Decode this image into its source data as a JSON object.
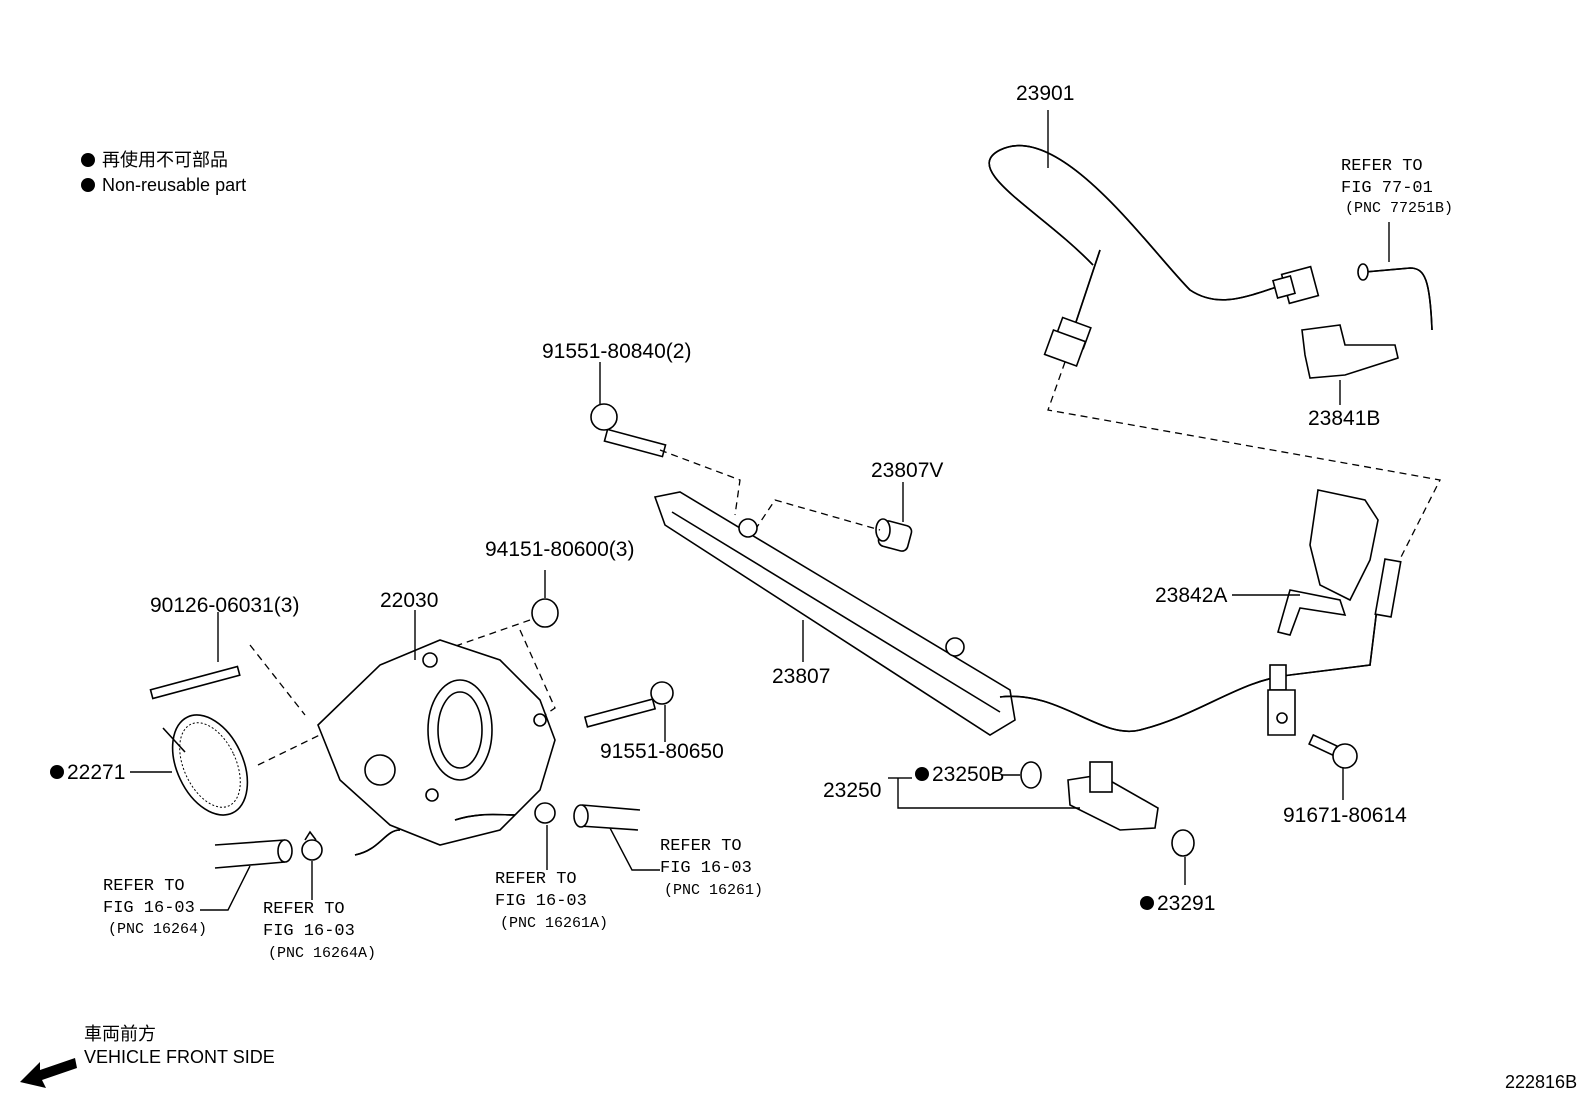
{
  "legend": {
    "jp": "再使用不可部品",
    "en": "Non-reusable part"
  },
  "parts": {
    "p23901": "23901",
    "p23841B": "23841B",
    "p23807V": "23807V",
    "p23842A": "23842A",
    "p23807": "23807",
    "p91551_80840": "91551-80840(2)",
    "p94151_80600": "94151-80600(3)",
    "p90126_06031": "90126-06031(3)",
    "p22030": "22030",
    "p22271": "22271",
    "p91551_80650": "91551-80650",
    "p23250": "23250",
    "p23250B": "23250B",
    "p23291": "23291",
    "p91671_80614": "91671-80614"
  },
  "refs": {
    "r77": {
      "l1": "REFER TO",
      "l2": "FIG 77-01",
      "l3": "(PNC 77251B)"
    },
    "r16264": {
      "l1": "REFER TO",
      "l2": "FIG 16-03",
      "l3": "(PNC 16264)"
    },
    "r16264A": {
      "l1": "REFER TO",
      "l2": "FIG 16-03",
      "l3": "(PNC 16264A)"
    },
    "r16261A": {
      "l1": "REFER TO",
      "l2": "FIG 16-03",
      "l3": "(PNC 16261A)"
    },
    "r16261": {
      "l1": "REFER TO",
      "l2": "FIG 16-03",
      "l3": "(PNC 16261)"
    }
  },
  "front": {
    "jp": "車両前方",
    "en": "VEHICLE FRONT SIDE"
  },
  "figure_id": "222816B"
}
